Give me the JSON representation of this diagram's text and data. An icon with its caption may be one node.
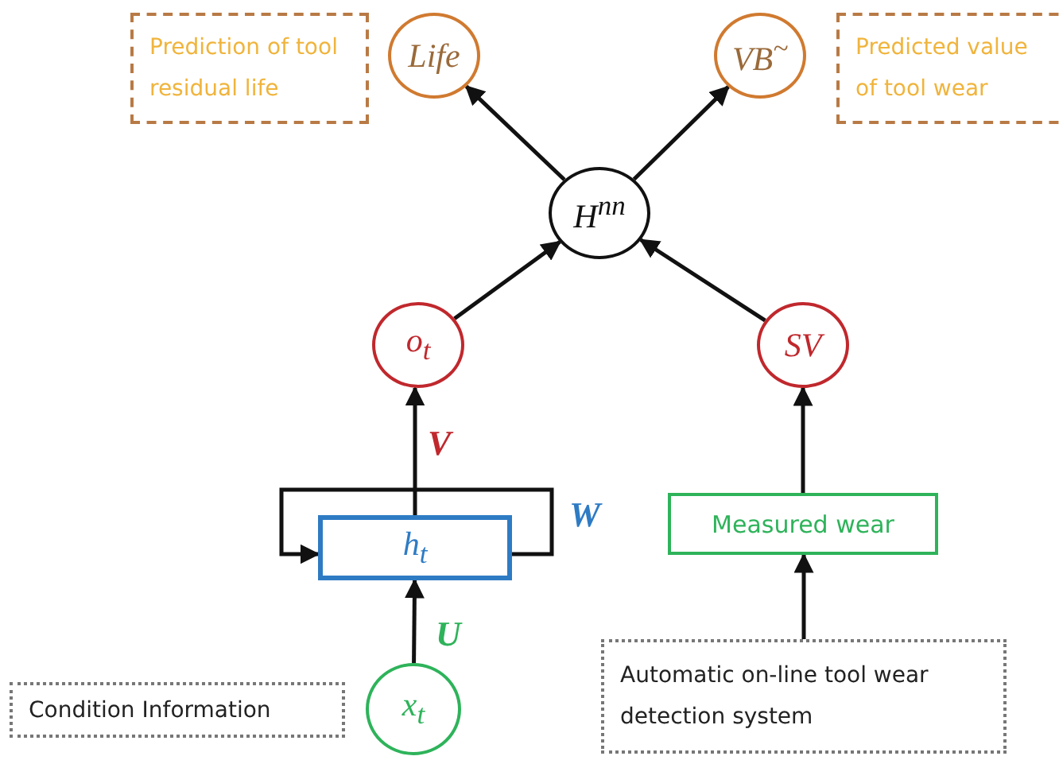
{
  "diagram": {
    "nodes": [
      {
        "text": [
          "Prediction of tool residual life"
        ]
      },
      {
        "text": [
          "Life"
        ]
      },
      {
        "text": [
          "VB$^{~}$"
        ]
      },
      {
        "text": [
          "Predicted value of tool wear"
        ]
      },
      {
        "text": [
          "H$^{nn}$"
        ]
      },
      {
        "text": [
          "o$_{t}$"
        ]
      },
      {
        "text": [
          "SV"
        ]
      },
      {
        "text": [
          "h$_{t}$"
        ]
      },
      {
        "text": [
          "Measured wear"
        ]
      },
      {
        "text": [
          "x$_{t}$"
        ]
      },
      {
        "text": [
          "Condition Information"
        ]
      },
      {
        "text": [
          "Automatic on-line tool wear detection system"
        ]
      }
    ],
    "edges": [
      {
        "from": 4,
        "to": 1,
        "arrow": "to"
      },
      {
        "from": 4,
        "to": 2,
        "arrow": "to"
      },
      {
        "from": 5,
        "to": 4,
        "arrow": "to"
      },
      {
        "from": 6,
        "to": 4,
        "arrow": "to"
      },
      {
        "from": 7,
        "to": 5,
        "arrow": "to",
        "label": "V"
      },
      {
        "from": 7,
        "to": 7,
        "arrow": "to",
        "label": "W"
      },
      {
        "from": 9,
        "to": 7,
        "arrow": "to",
        "label": "U"
      },
      {
        "from": 8,
        "to": 6,
        "arrow": "to"
      },
      {
        "from": 11,
        "to": 8,
        "arrow": "to"
      }
    ]
  }
}
